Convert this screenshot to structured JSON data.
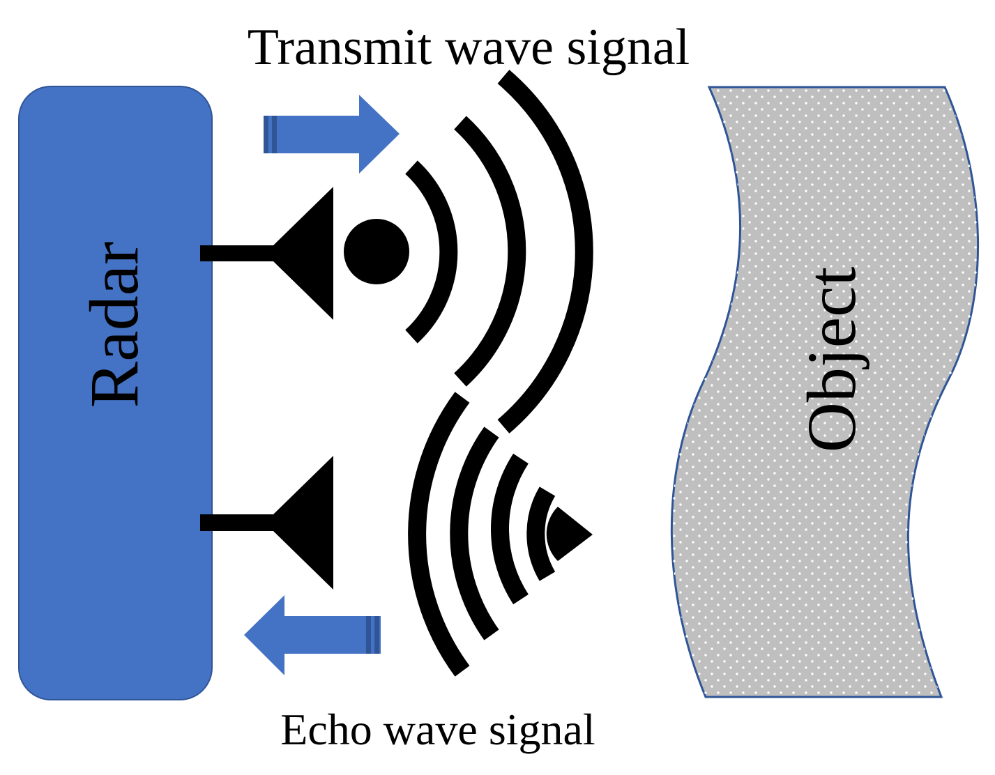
{
  "labels": {
    "transmit": "Transmit wave signal",
    "echo": "Echo wave signal",
    "radar": "Radar",
    "object": "Object"
  },
  "colors": {
    "radar_fill": "#4472C4",
    "radar_stroke": "#2F5597",
    "arrow_fill": "#4472C4",
    "arrow_stripe": "#2F5597",
    "wave": "#000000",
    "object_fill": "#BFBFBF",
    "object_stroke": "#2F5597",
    "object_dots": "#FFFFFF"
  },
  "icons": {
    "transmit_arrow": "right-arrow-icon",
    "echo_arrow": "left-arrow-icon",
    "transmit_antenna": "antenna-icon",
    "receive_antenna": "antenna-icon"
  }
}
